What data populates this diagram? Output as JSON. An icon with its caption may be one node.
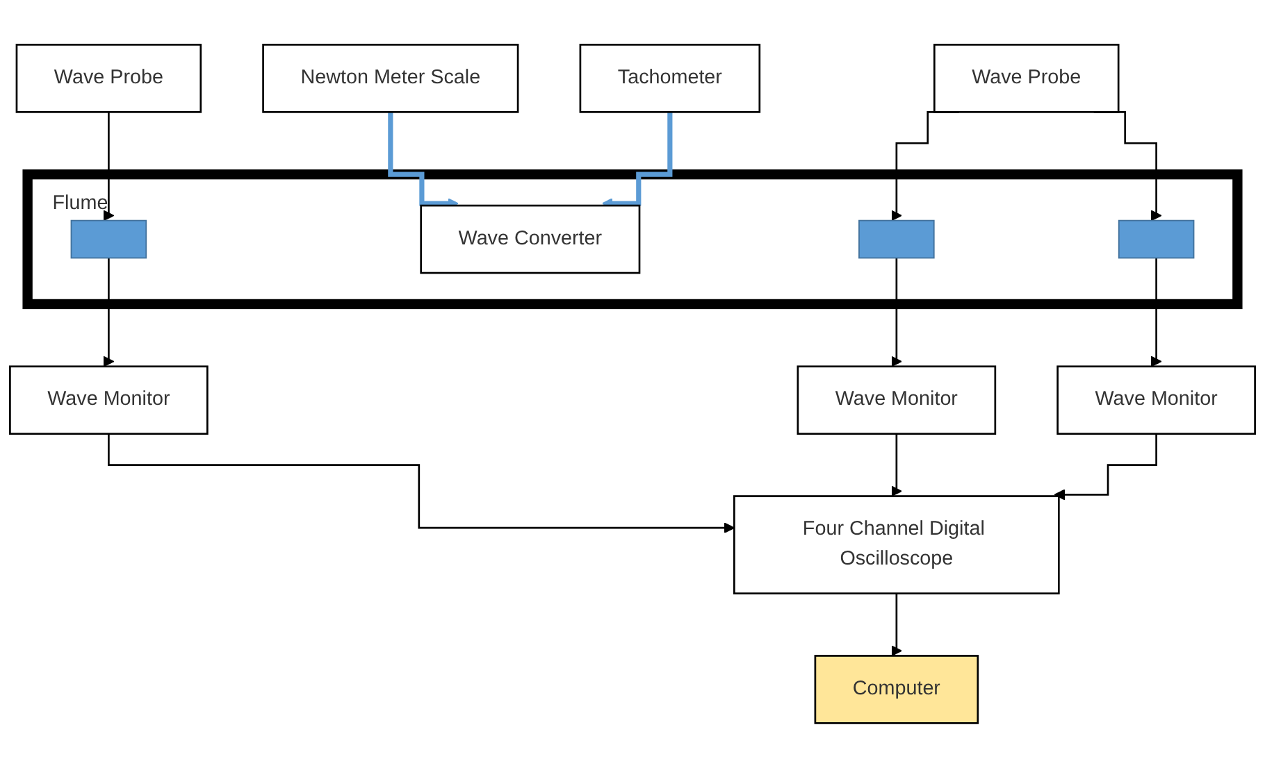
{
  "diagram": {
    "nodes": [
      {
        "text": [
          "Wave Probe"
        ]
      },
      {
        "text": [
          "Newton Meter Scale"
        ]
      },
      {
        "text": [
          "Wave Probe"
        ]
      },
      {
        "text": [
          "Flume"
        ]
      },
      {
        "text": [],
        "shape": "bar",
        "in": 3
      },
      {
        "text": [
          "Wave Converter"
        ],
        "in": 3
      },
      {
        "text": [],
        "shape": "bar",
        "in": 3
      },
      {
        "text": [],
        "shape": "bar",
        "in": 3
      },
      {
        "text": [
          "Tachometer"
        ]
      },
      {
        "text": [
          "Wave Monitor"
        ]
      },
      {
        "text": [
          "Wave Monitor"
        ]
      },
      {
        "text": [
          "Wave Monitor"
        ]
      },
      {
        "text": [
          "Four Channel Digital Oscilloscope"
        ]
      },
      {
        "text": [
          "Computer"
        ]
      }
    ],
    "edges": [
      {
        "from": 0,
        "to": 4,
        "arrow": "to"
      },
      {
        "from": 1,
        "to": 5,
        "arrow": "to",
        "style": "thick",
        "color": "#5b9bd5"
      },
      {
        "from": 8,
        "to": 5,
        "arrow": "to",
        "style": "thick",
        "color": "#5b9bd5"
      },
      {
        "from": 2,
        "to": 6,
        "arrow": "to"
      },
      {
        "from": 2,
        "to": 7,
        "arrow": "to"
      },
      {
        "from": 4,
        "to": 9,
        "arrow": "to"
      },
      {
        "from": 6,
        "to": 10,
        "arrow": "to"
      },
      {
        "from": 7,
        "to": 11,
        "arrow": "to"
      },
      {
        "from": 9,
        "to": 12,
        "arrow": "to"
      },
      {
        "from": 10,
        "to": 12,
        "arrow": "to"
      },
      {
        "from": 11,
        "to": 12,
        "arrow": "to"
      },
      {
        "from": 12,
        "to": 13,
        "arrow": "to"
      }
    ]
  }
}
